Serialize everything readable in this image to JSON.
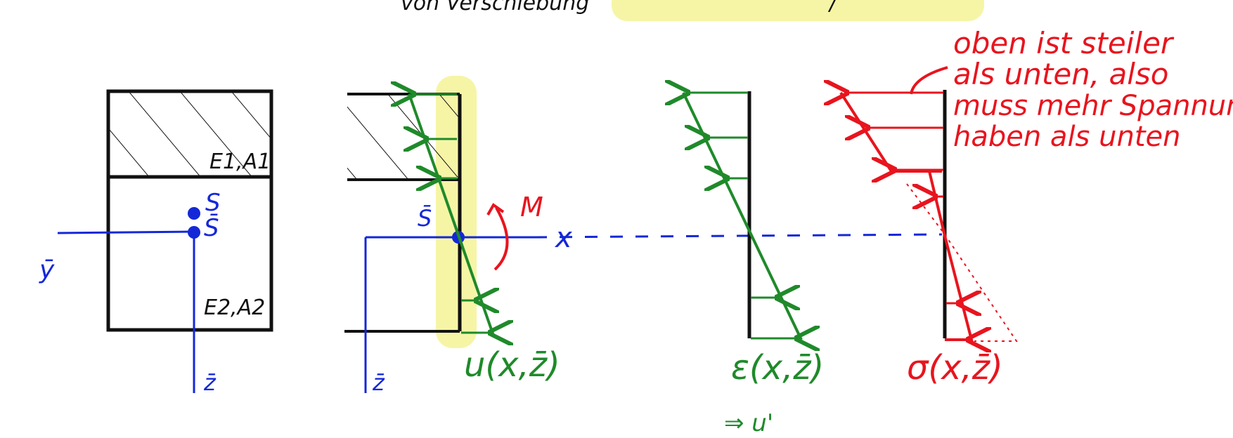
{
  "header_partial": "von Verschiebung",
  "section": {
    "E1A1": "E1,A1",
    "E2A2": "E2,A2",
    "S": "S",
    "S_bar": "S̄",
    "y_bar": "ȳ",
    "z_bar": "z̄"
  },
  "beam": {
    "S_bar": "S̄",
    "M": "M",
    "x": "x",
    "z_bar": "z̄"
  },
  "diagrams": {
    "u_label": "u(x,z̄)",
    "eps_label": "ε(x,z̄)",
    "eps_note": "⇒ u'",
    "sigma_label": "σ(x,z̄)"
  },
  "note": {
    "lines": [
      "oben ist steiler",
      "als unten, also",
      "muss mehr Spannung",
      "haben als unten"
    ]
  },
  "colors": {
    "black": "#111111",
    "blue": "#1428d8",
    "green": "#1f8a2a",
    "red": "#e8141e",
    "highlight": "#f6f5a6"
  }
}
